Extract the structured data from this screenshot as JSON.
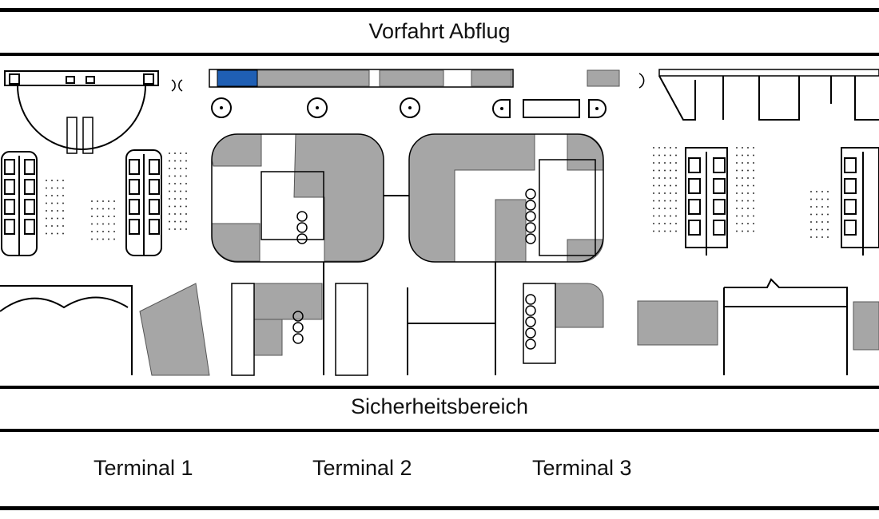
{
  "header": {
    "title": "Vorfahrt Abflug"
  },
  "security_band": {
    "label": "Sicherheitsbereich"
  },
  "terminals": [
    {
      "label": "Terminal 1"
    },
    {
      "label": "Terminal 2"
    },
    {
      "label": "Terminal 3"
    }
  ],
  "colors": {
    "highlight": "#1f5fb4",
    "building_fill": "#a6a6a6",
    "line": "#000000"
  }
}
